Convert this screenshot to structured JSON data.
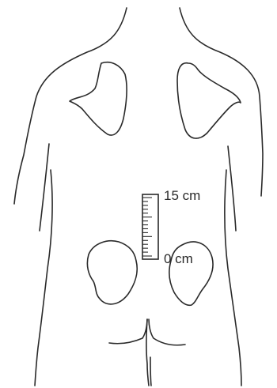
{
  "figure": {
    "ruler": {
      "top_label": "15 cm",
      "bottom_label": "0 cm",
      "range_cm": [
        0,
        15
      ]
    },
    "colors": {
      "line": "#2a2a2a",
      "background": "#ffffff"
    }
  }
}
